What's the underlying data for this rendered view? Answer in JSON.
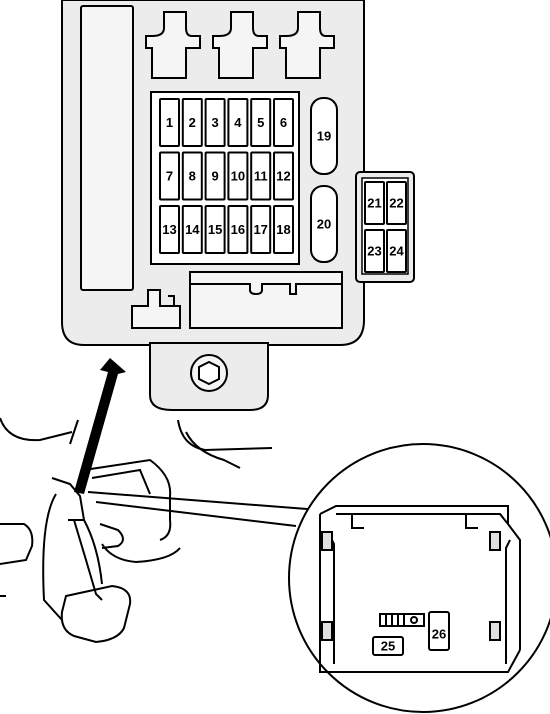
{
  "fuse_box": {
    "main_grid": {
      "rows": [
        [
          "1",
          "2",
          "3",
          "4",
          "5",
          "6"
        ],
        [
          "7",
          "8",
          "9",
          "10",
          "11",
          "12"
        ],
        [
          "13",
          "14",
          "15",
          "16",
          "17",
          "18"
        ]
      ]
    },
    "large_fuses": [
      "19",
      "20"
    ],
    "side_block": {
      "rows": [
        [
          "21",
          "22"
        ],
        [
          "23",
          "24"
        ]
      ]
    }
  },
  "detail_view": {
    "fuses": [
      "25",
      "26"
    ]
  }
}
